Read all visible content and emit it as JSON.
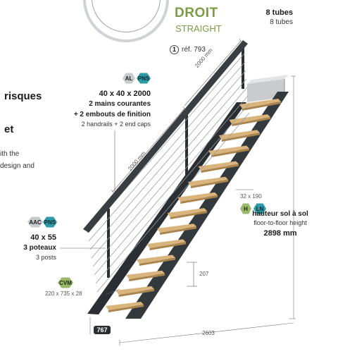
{
  "header": {
    "title": "DROIT",
    "subtitle": "STRAIGHT",
    "ref_number": "1",
    "ref_text": "réf. 793"
  },
  "tubes": {
    "fr": "8 tubes",
    "en": "8 tubes"
  },
  "left_text": {
    "line1": "risques",
    "line2": "et",
    "line3": "ith the",
    "line4": "design and"
  },
  "handrails": {
    "badges": [
      "AL",
      "PNS"
    ],
    "dims": "40 x 40 x 2000",
    "fr1": "2 mains courantes",
    "fr2": "+ 2 embouts de finition",
    "en": "2 handrails + 2 end caps"
  },
  "posts": {
    "badges": [
      "AAC",
      "PNS"
    ],
    "dims": "40 x 55",
    "fr": "3 poteaux",
    "en": "3 posts"
  },
  "steps": {
    "badge": "CVM",
    "dims": "220 x 735 x 28"
  },
  "height": {
    "badges": [
      "H",
      "LN"
    ],
    "fr": "hauteur sol à sol",
    "en": "floor-to-floor height",
    "value": "2898 mm"
  },
  "dimensions": {
    "rail_upper": "2000 mm",
    "rail_lower": "2000 mm",
    "stringer": "32 x 190",
    "riser": "207",
    "length": "2603",
    "model_tag": "767"
  },
  "colors": {
    "green": "#7a9c48",
    "teal": "#2e9aa6",
    "stringer": "#2b2f33",
    "tread": "#d9b47c"
  }
}
